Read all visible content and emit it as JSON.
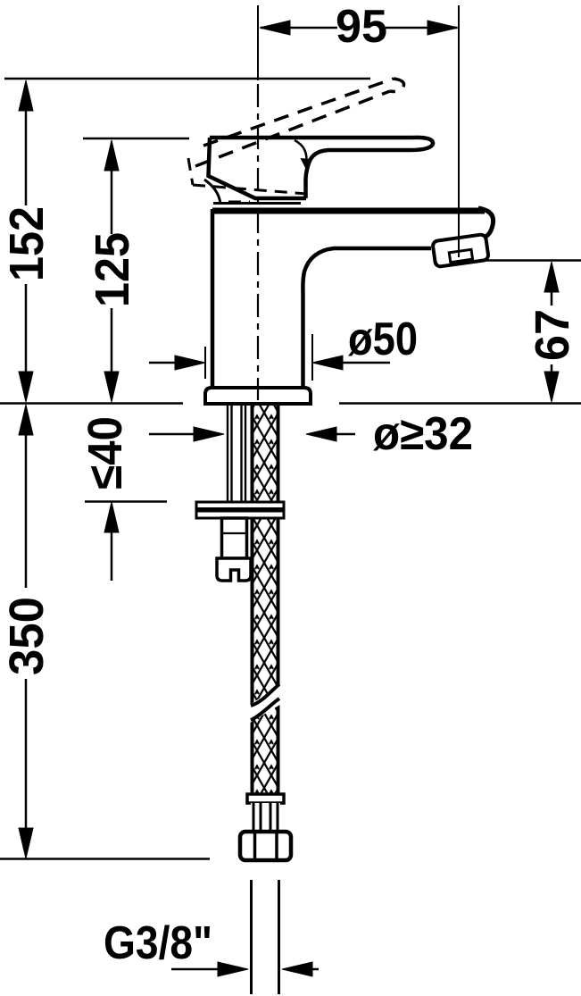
{
  "drawing": {
    "title": "single-lever basin mixer technical drawing",
    "line_color": "#000000",
    "background_color": "#ffffff",
    "dimensions": {
      "spout_projection": "95",
      "overall_height": "152",
      "handle_height": "125",
      "spout_height": "67",
      "base_diameter": "ø50",
      "hole_diameter": "ø≥32",
      "max_deck_thickness": "≤40",
      "hose_length": "350",
      "connection_thread": "G3/8\""
    }
  }
}
